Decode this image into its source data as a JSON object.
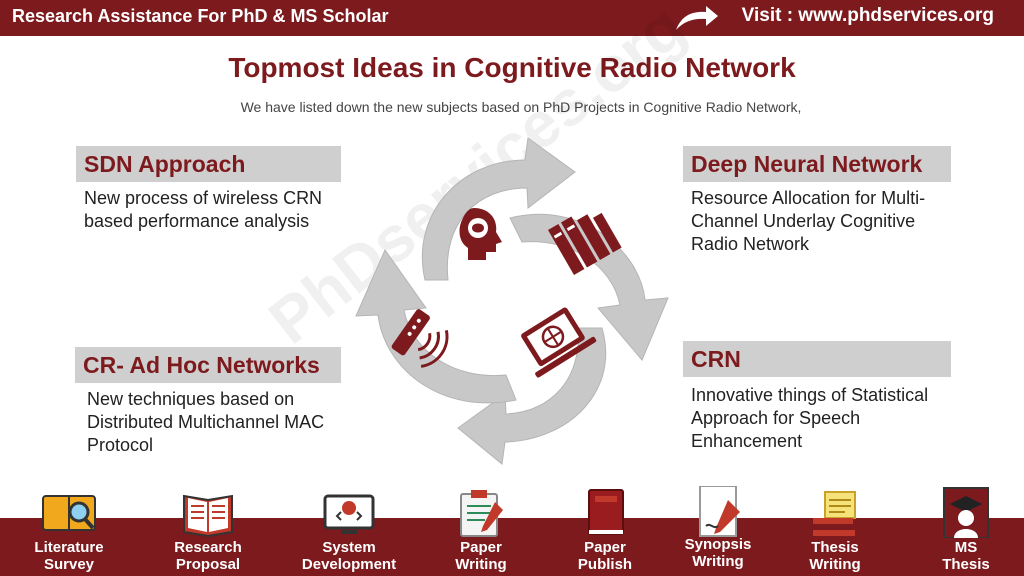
{
  "header": {
    "brand": "Research Assistance For PhD & MS Scholar",
    "visit": "Visit : www.phdservices.org"
  },
  "title": "Topmost Ideas in  Cognitive Radio Network",
  "subtitle": "We have listed down the new subjects  based on  PhD Projects in Cognitive Radio Network,",
  "watermark": "PhDservices.org",
  "topics": [
    {
      "heading": "SDN Approach",
      "text": "New process of wireless CRN based performance analysis"
    },
    {
      "heading": "Deep Neural Network",
      "text": "Resource Allocation for Multi-Channel Underlay Cognitive Radio Network"
    },
    {
      "heading": "CR- Ad Hoc Networks",
      "text": "New techniques based on Distributed Multichannel MAC Protocol"
    },
    {
      "heading": "CRN",
      "text": "Innovative things of Statistical Approach for Speech Enhancement"
    }
  ],
  "cycle_icons": [
    "brain-head-icon",
    "books-icon",
    "wifi-router-icon",
    "laptop-globe-icon"
  ],
  "services": [
    {
      "line1": "Literature",
      "line2": "Survey",
      "icon": "book-magnifier-icon"
    },
    {
      "line1": "Research",
      "line2": "Proposal",
      "icon": "open-book-icon"
    },
    {
      "line1": "System",
      "line2": "Development",
      "icon": "monitor-code-icon"
    },
    {
      "line1": "Paper",
      "line2": "Writing",
      "icon": "clipboard-pen-icon"
    },
    {
      "line1": "Paper",
      "line2": "Publish",
      "icon": "red-book-icon"
    },
    {
      "line1": "Synopsis",
      "line2": "Writing",
      "icon": "paper-pen-icon"
    },
    {
      "line1": "Thesis",
      "line2": "Writing",
      "icon": "scroll-books-icon"
    },
    {
      "line1": "MS",
      "line2": "Thesis",
      "icon": "graduate-icon"
    }
  ],
  "colors": {
    "brand": "#7d1a1e",
    "box": "#cfcfcf",
    "arrow": "#c8c8c8"
  }
}
